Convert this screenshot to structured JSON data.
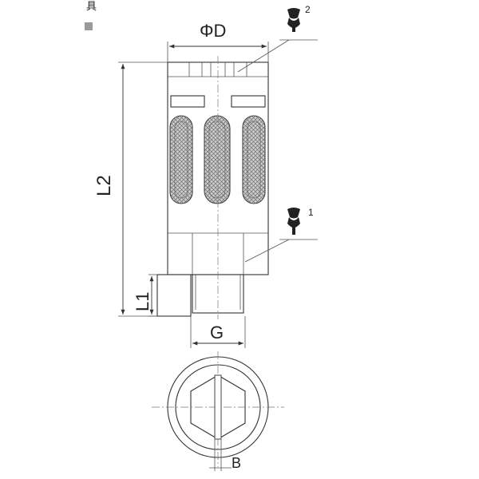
{
  "labels": {
    "phi_d": "ΦD",
    "l2": "L2",
    "l1": "L1",
    "g": "G",
    "b": "B",
    "wrench_2": "2",
    "wrench_1": "1",
    "corner_glyph": "具"
  },
  "colors": {
    "line": "#333333",
    "hatch_fill": "#bdbdbd",
    "marker": "#9a9a9a"
  },
  "icons": [
    "wrench-icon-top",
    "wrench-icon-middle"
  ]
}
